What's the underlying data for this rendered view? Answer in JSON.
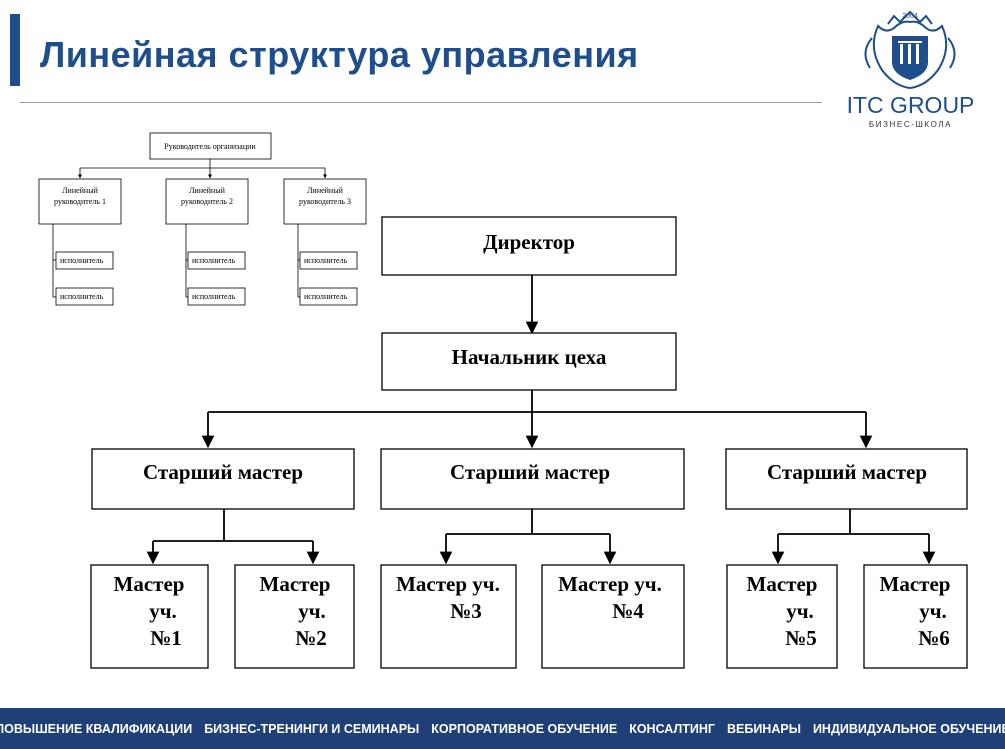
{
  "slide": {
    "title": "Линейная структура управления",
    "accent_color": "#1f4e8c"
  },
  "logo": {
    "year": "2004",
    "name": "ITC GROUP",
    "subtitle": "БИЗНЕС-ШКОЛА",
    "icon": "crest-icon"
  },
  "small_diagram": {
    "top": "Руководитель организации",
    "managers": [
      "Линейный руководитель 1",
      "Линейный руководитель 2",
      "Линейный руководитель 3"
    ],
    "executor": "исполнитель"
  },
  "main_diagram": {
    "director": "Директор",
    "shop_head": "Начальник цеха",
    "senior_master": "Старший мастер",
    "masters": [
      [
        "Мастер",
        "уч.",
        "№1"
      ],
      [
        "Мастер",
        "уч.",
        "№2"
      ],
      [
        "Мастер уч.",
        "№3"
      ],
      [
        "Мастер уч.",
        "№4"
      ],
      [
        "Мастер",
        "уч.",
        "№5"
      ],
      [
        "Мастер",
        "уч.",
        "№6"
      ]
    ]
  },
  "footer": {
    "items": [
      "ПОВЫШЕНИЕ КВАЛИФИКАЦИИ",
      "БИЗНЕС-ТРЕНИНГИ И СЕМИНАРЫ",
      "КОРПОРАТИВНОЕ ОБУЧЕНИЕ",
      "КОНСАЛТИНГ",
      "ВЕБИНАРЫ",
      "ИНДИВИДУАЛЬНОЕ ОБУЧЕНИЕ"
    ],
    "background": "#1f3f77"
  }
}
